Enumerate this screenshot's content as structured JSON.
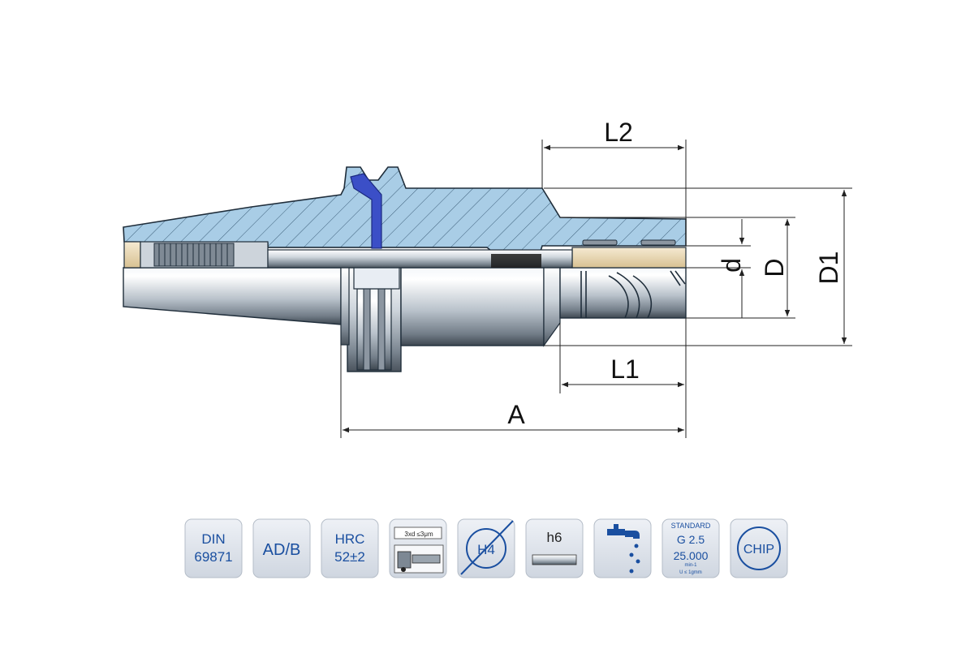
{
  "dimensions": {
    "L2": "L2",
    "L1": "L1",
    "A": "A",
    "d": "d",
    "D": "D",
    "D1": "D1"
  },
  "badges": [
    {
      "id": "din",
      "lines": [
        "DIN",
        "69871"
      ]
    },
    {
      "id": "adb",
      "lines": [
        "AD/B"
      ]
    },
    {
      "id": "hrc",
      "lines": [
        "HRC",
        "52±2"
      ]
    },
    {
      "id": "runout",
      "lines": [
        "3xd ≤3μm"
      ]
    },
    {
      "id": "h4",
      "lines": [
        "H4"
      ]
    },
    {
      "id": "h6",
      "lines": [
        "h6"
      ]
    },
    {
      "id": "coolant",
      "lines": []
    },
    {
      "id": "balance",
      "lines": [
        "STANDARD",
        "G 2.5",
        "25.000",
        "min-1",
        "U ≤ 1gmm"
      ]
    },
    {
      "id": "chip",
      "lines": [
        "CHIP"
      ]
    }
  ],
  "colors": {
    "section_blue": "#a9cde6",
    "steel_light": "#e8edf3",
    "steel_dark": "#6b7580",
    "brass": "#ead9b8",
    "badge_bg": "#dfe4ec",
    "badge_text": "#1a4fa0",
    "coolant_channel": "#3b4fc7"
  },
  "icons": [
    "tap-water-icon",
    "runout-gauge-icon",
    "tolerance-circle-icon",
    "shank-bar-icon"
  ]
}
